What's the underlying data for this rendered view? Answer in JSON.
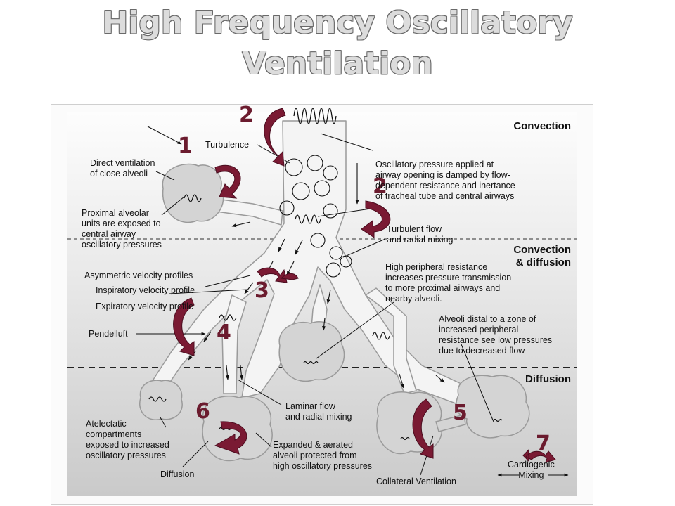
{
  "title": {
    "line1": "High Frequency Oscillatory",
    "line2": "Ventilation"
  },
  "zones": {
    "convection": "Convection",
    "convection_diffusion": "Convection\n& diffusion",
    "diffusion": "Diffusion"
  },
  "mechanism_numbers": [
    "1",
    "2",
    "2",
    "3",
    "4",
    "5",
    "6",
    "7"
  ],
  "labels": {
    "turbulence": "Turbulence",
    "direct_ventilation": "Direct ventilation\nof close alveoli",
    "proximal_alveolar": "Proximal alveolar\nunits are exposed to\ncentral airway\noscillatory pressures",
    "oscillatory_pressure": "Oscillatory pressure applied at\nairway opening is damped by flow-\ndependent resistance and inertance\nof tracheal tube and central airways",
    "turbulent_flow": "Turbulent flow\nand radial mixing",
    "high_peripheral": "High peripheral resistance\nincreases pressure transmission\nto more proximal airways and\nnearby alveoli.",
    "asymmetric": "Asymmetric velocity profiles",
    "inspiratory": "Inspiratory velocity profile",
    "expiratory": "Expiratory velocity profile",
    "pendelluft": "Pendelluft",
    "alveoli_distal": "Alveoli distal to a zone of\nincreased peripheral\nresistance see low pressures\ndue to decreased flow",
    "laminar": "Laminar flow\nand radial mixing",
    "atelectatic": "Atelectatic\ncompartments\nexposed to increased\noscillatory pressures",
    "expanded": "Expanded & aerated\nalveoli protected from\nhigh oscillatory pressures",
    "diffusion_label": "Diffusion",
    "collateral": "Collateral Ventilation",
    "cardiogenic": "Cardiogenic\nMixing"
  },
  "colors": {
    "title_fill": "#dcdcdc",
    "title_outline": "#6a6a6a",
    "arrow": "#7a1a33",
    "number": "#6b1b2e"
  }
}
